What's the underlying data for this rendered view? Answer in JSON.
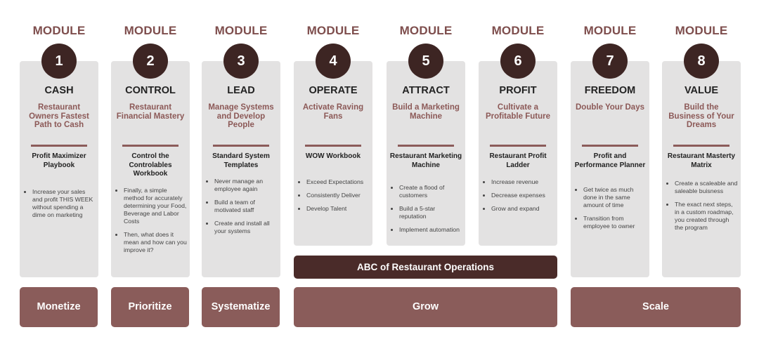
{
  "module_label": "MODULE",
  "modules": [
    {
      "number": "1",
      "title": "CASH",
      "subtitle": "Restaurant Owners Fastest Path to Cash",
      "workbook": "Profit Maximizer Playbook",
      "bullets": [
        "Increase your sales and profit THIS WEEK without spending a dime on marketing"
      ]
    },
    {
      "number": "2",
      "title": "CONTROL",
      "subtitle": "Restaurant Financial Mastery",
      "workbook": "Control the Controlables Workbook",
      "bullets": [
        "Finally, a simple method for accurately determining your Food, Beverage and Labor Costs",
        "Then, what does it mean and how can you improve it?"
      ]
    },
    {
      "number": "3",
      "title": "LEAD",
      "subtitle": "Manage Systems and Develop People",
      "workbook": "Standard System Templates",
      "bullets": [
        "Never manage an employee again",
        "Build a team of motivated staff",
        "Create and install all your systems"
      ]
    },
    {
      "number": "4",
      "title": "OPERATE",
      "subtitle": "Activate Raving Fans",
      "workbook": "WOW Workbook",
      "bullets": [
        "Exceed Expectations",
        "Consistently Deliver",
        "Develop Talent"
      ]
    },
    {
      "number": "5",
      "title": "ATTRACT",
      "subtitle": "Build a Marketing Machine",
      "workbook": "Restaurant Marketing Machine",
      "bullets": [
        "Create a flood of customers",
        "Build a 5-star reputation",
        "Implement automation"
      ]
    },
    {
      "number": "6",
      "title": "PROFIT",
      "subtitle": "Cultivate a Profitable Future",
      "workbook": "Restaurant Profit Ladder",
      "bullets": [
        "Increase revenue",
        "Decrease expenses",
        "Grow and expand"
      ]
    },
    {
      "number": "7",
      "title": "FREEDOM",
      "subtitle": "Double Your Days",
      "workbook": "Profit and Performance Planner",
      "bullets": [
        "Get twice as much done in the same amount of time",
        "Transition from employee to owner"
      ]
    },
    {
      "number": "8",
      "title": "VALUE",
      "subtitle": "Build the Business of Your Dreams",
      "workbook": "Restaurant Masterty Matrix",
      "bullets": [
        "Create a scaleable and saleable buisness",
        "The exact next steps, in a custom roadmap, you created through the program"
      ]
    }
  ],
  "banner": "ABC of Restaurant Operations",
  "phases": [
    "Monetize",
    "Prioritize",
    "Systematize",
    "Grow",
    "Scale"
  ]
}
